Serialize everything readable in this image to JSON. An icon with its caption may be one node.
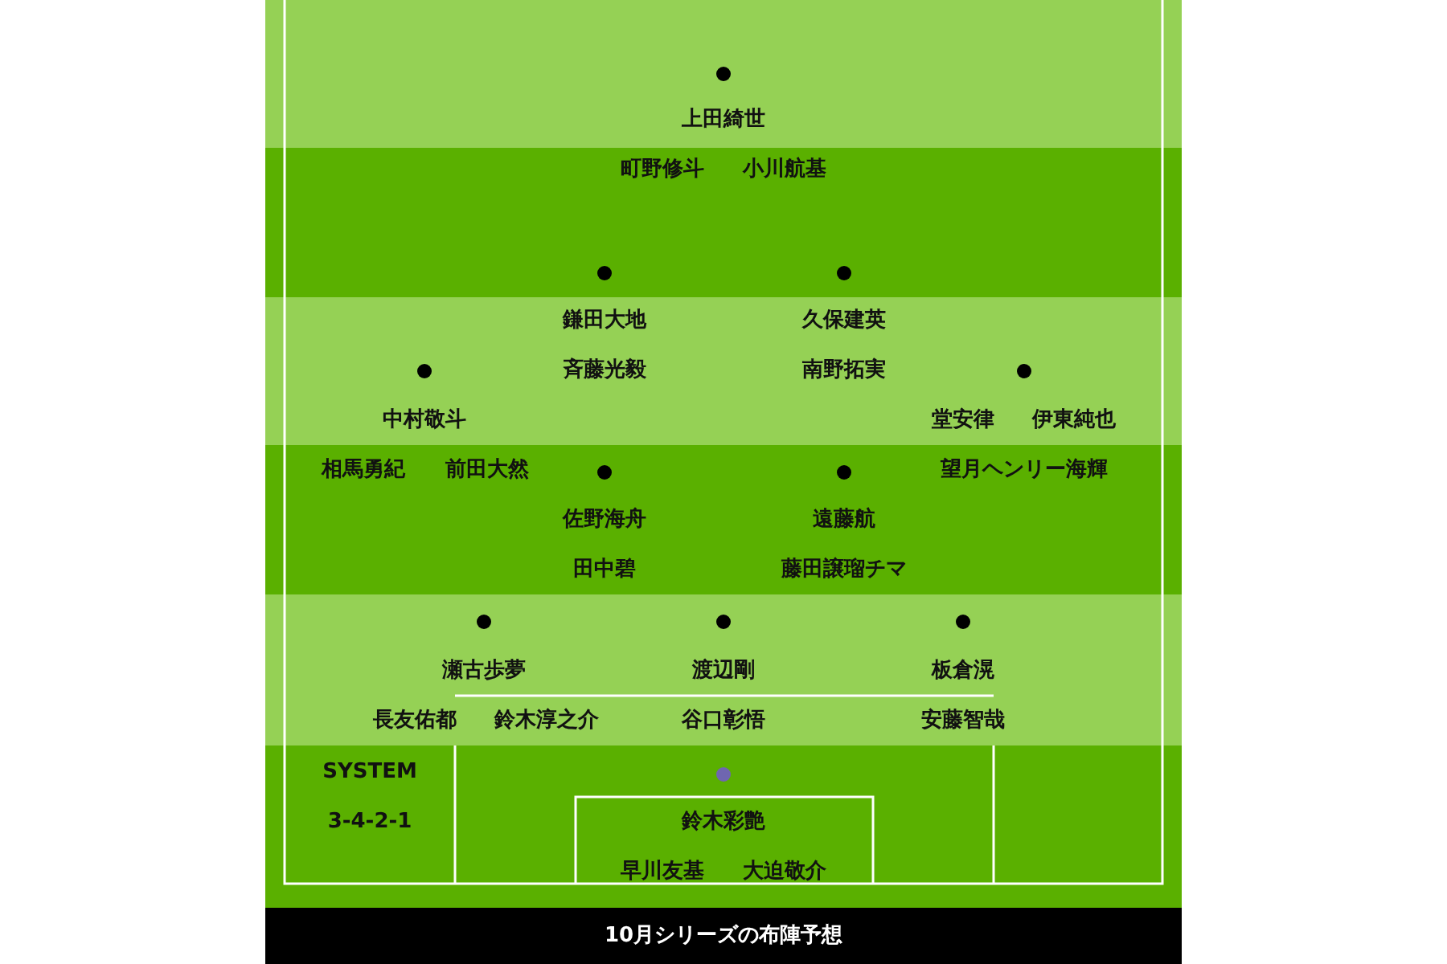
{
  "diagram": {
    "caption": "10月シリーズの布陣予想",
    "labels": [
      "上田綺世",
      "町野修斗",
      "小川航基",
      "鎌田大地",
      "久保建英",
      "斉藤光毅",
      "南野拓実",
      "中村敬斗",
      "堂安律",
      "伊東純也",
      "相馬勇紀",
      "前田大然",
      "望月ヘンリー海輝",
      "佐野海舟",
      "遠藤航",
      "田中碧",
      "藤田譲瑠チマ",
      "瀬古歩夢",
      "渡辺剛",
      "板倉滉",
      "長友佑都",
      "鈴木淳之介",
      "谷口彰悟",
      "安藤智哉",
      "SYSTEM",
      "3-4-2-1",
      "鈴木彩艶",
      "早川友基",
      "大迫敬介"
    ]
  }
}
